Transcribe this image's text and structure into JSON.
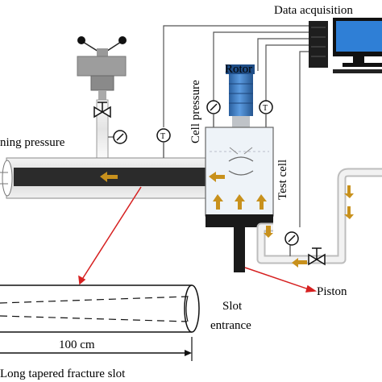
{
  "labels": {
    "data_acquisition": "Data acquisition",
    "confining_pressure": "ning pressure",
    "rotor": "Rotor",
    "cell_pressure": "Cell pressure",
    "test_cell": "Test cell",
    "piston": "Piston",
    "slot_entrance_line1": "Slot",
    "slot_entrance_line2": "entrance",
    "length": "100 cm",
    "fracture_slot": "Long tapered fracture slot",
    "gauge_t": "T"
  },
  "colors": {
    "flow_arrow": "#c8911d",
    "fracture_bar": "#2b2b2b",
    "rotor_body": "#3f7fc4",
    "cell_fill": "#eef3f8",
    "pointer_line": "#d62020",
    "monitor_screen": "#2f7fd6",
    "pipe": "#9a9a9a"
  },
  "icons": {
    "computer": "desktop-computer-icon",
    "daq": "data-acquisition-box-icon",
    "valve": "bowtie-valve-icon",
    "gauge": "pressure-gauge-icon",
    "thermometer": "temperature-gauge-icon"
  }
}
